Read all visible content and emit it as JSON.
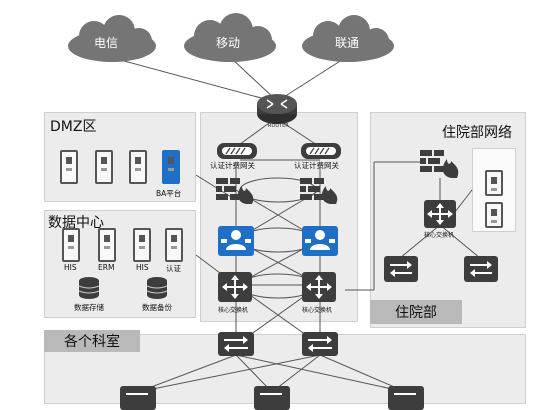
{
  "clouds": {
    "telecom": "电信",
    "mobile": "移动",
    "unicom": "联通"
  },
  "router_label": "ROUTER",
  "zones": {
    "dmz": "DMZ区",
    "datacenter": "数据中心",
    "inpatient_net": "住院部网络",
    "inpatient": "住院部",
    "departments": "各个科室"
  },
  "dmz": {
    "ba_label": "BA平台"
  },
  "datacenter": {
    "servers": [
      "HIS",
      "ERM",
      "HIS",
      "认证"
    ],
    "storage": [
      "数据存储",
      "数据备份"
    ]
  },
  "core": {
    "auth_gateway": "认证计费网关",
    "core_switch": "核心交换机"
  },
  "inpatient": {
    "core_switch": "核心交换机"
  },
  "colors": {
    "dark_icon": "#3d3d3d",
    "cloud": "#757575",
    "region": "#ececec",
    "blue": "#1f6fc7"
  }
}
